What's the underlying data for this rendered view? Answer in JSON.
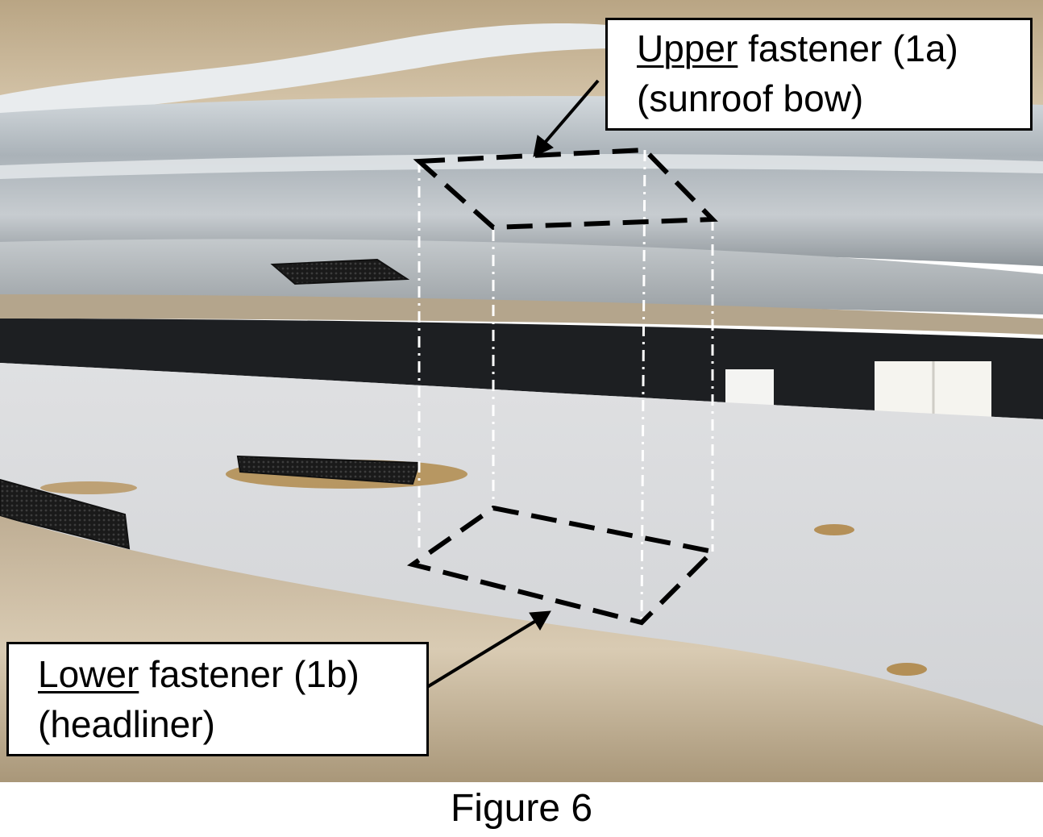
{
  "upper_callout": {
    "word_underlined": "Upper",
    "rest_line1": " fastener (1a)",
    "line2": "(sunroof bow)"
  },
  "lower_callout": {
    "word_underlined": "Lower",
    "rest_line1": " fastener (1b)",
    "line2": "(headliner)"
  },
  "caption": "Figure 6",
  "colors": {
    "fabric": "#c9b69c",
    "metal": "#b9bfc4",
    "foam": "#e2e3e4",
    "velcro": "#1c1c1c",
    "adhesive": "#a5711f",
    "outline": "#000000",
    "guide": "#ffffff"
  }
}
